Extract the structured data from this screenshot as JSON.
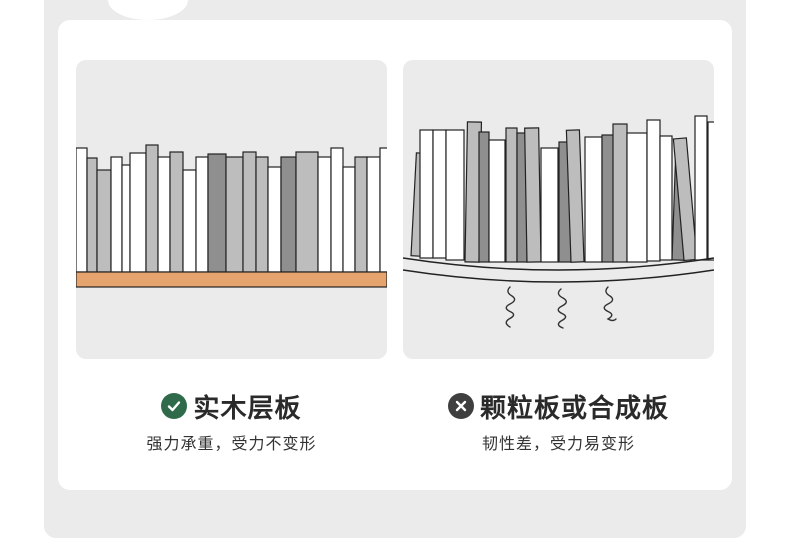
{
  "colors": {
    "shelf_wood": "#e5a36d",
    "check_green": "#2f6b4a",
    "cross_dark": "#3f3f3f",
    "panel_bg": "#ebebeb"
  },
  "left": {
    "icon": "check-circle-icon",
    "title": "实木层板",
    "subtitle": "强力承重，受力不变形"
  },
  "right": {
    "icon": "x-circle-icon",
    "title": "颗粒板或合成板",
    "subtitle": "韧性差，受力易变形"
  }
}
